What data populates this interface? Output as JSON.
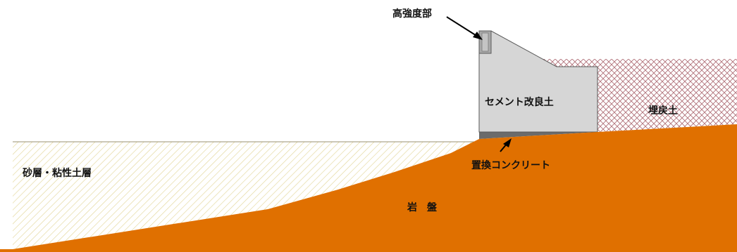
{
  "labels": {
    "high_strength": "高強度部",
    "cement_soil": "セメント改良土",
    "backfill": "埋戻土",
    "sand_clay": "砂層・粘性土層",
    "replacement_concrete": "置換コンクリート",
    "bedrock": "岩　盤"
  },
  "colors": {
    "bedrock": "#E07000",
    "sand_hatch": "#E3D79A",
    "cement": "#D6D6D6",
    "high_strength": "#A9A9A9",
    "replacement_concrete": "#6B6B6B",
    "backfill_hatch": "#B07078",
    "outline": "#5A5A5A",
    "text": "#111111"
  }
}
